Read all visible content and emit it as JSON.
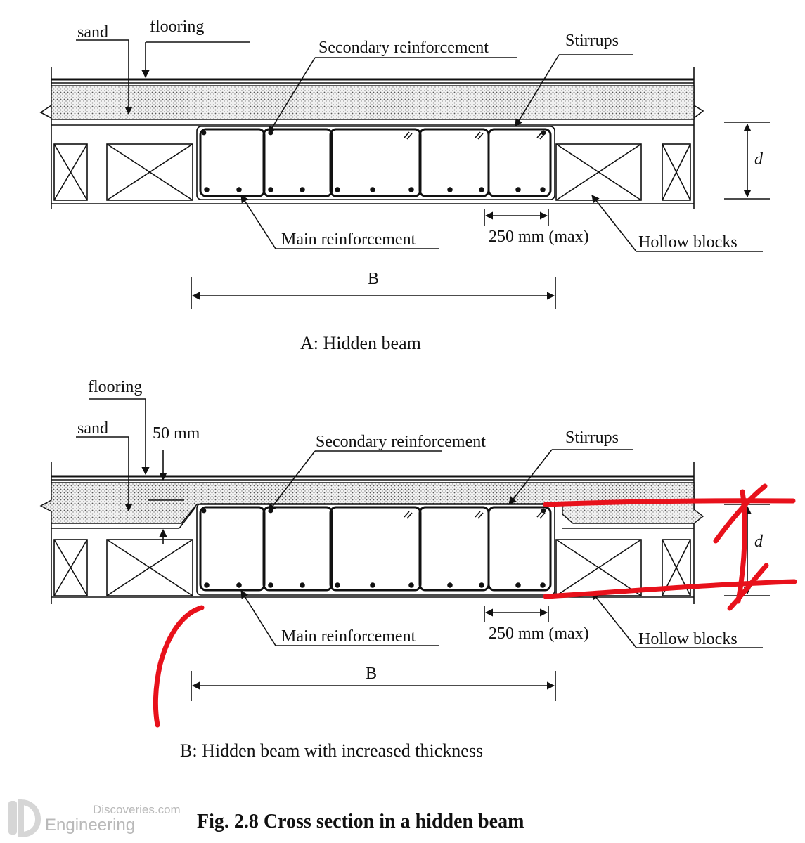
{
  "figure_caption": "Fig. 2.8 Cross section in a hidden beam",
  "watermark": {
    "logo": "ED",
    "line1": "Discoveries.com",
    "line2": "Engineering"
  },
  "diagram_a": {
    "caption": "A: Hidden beam",
    "labels": {
      "sand": "sand",
      "flooring": "flooring",
      "secondary": "Secondary reinforcement",
      "stirrups": "Stirrups",
      "main": "Main reinforcement",
      "spacing": "250 mm (max)",
      "hollow": "Hollow blocks",
      "width": "B",
      "depth": "d"
    }
  },
  "diagram_b": {
    "caption": "B: Hidden beam with increased thickness",
    "labels": {
      "flooring": "flooring",
      "sand": "sand",
      "thickness": "50 mm",
      "secondary": "Secondary reinforcement",
      "stirrups": "Stirrups",
      "main": "Main reinforcement",
      "spacing": "250 mm (max)",
      "hollow": "Hollow blocks",
      "width": "B",
      "depth": "d"
    }
  },
  "annotation_color": "#e8111b"
}
